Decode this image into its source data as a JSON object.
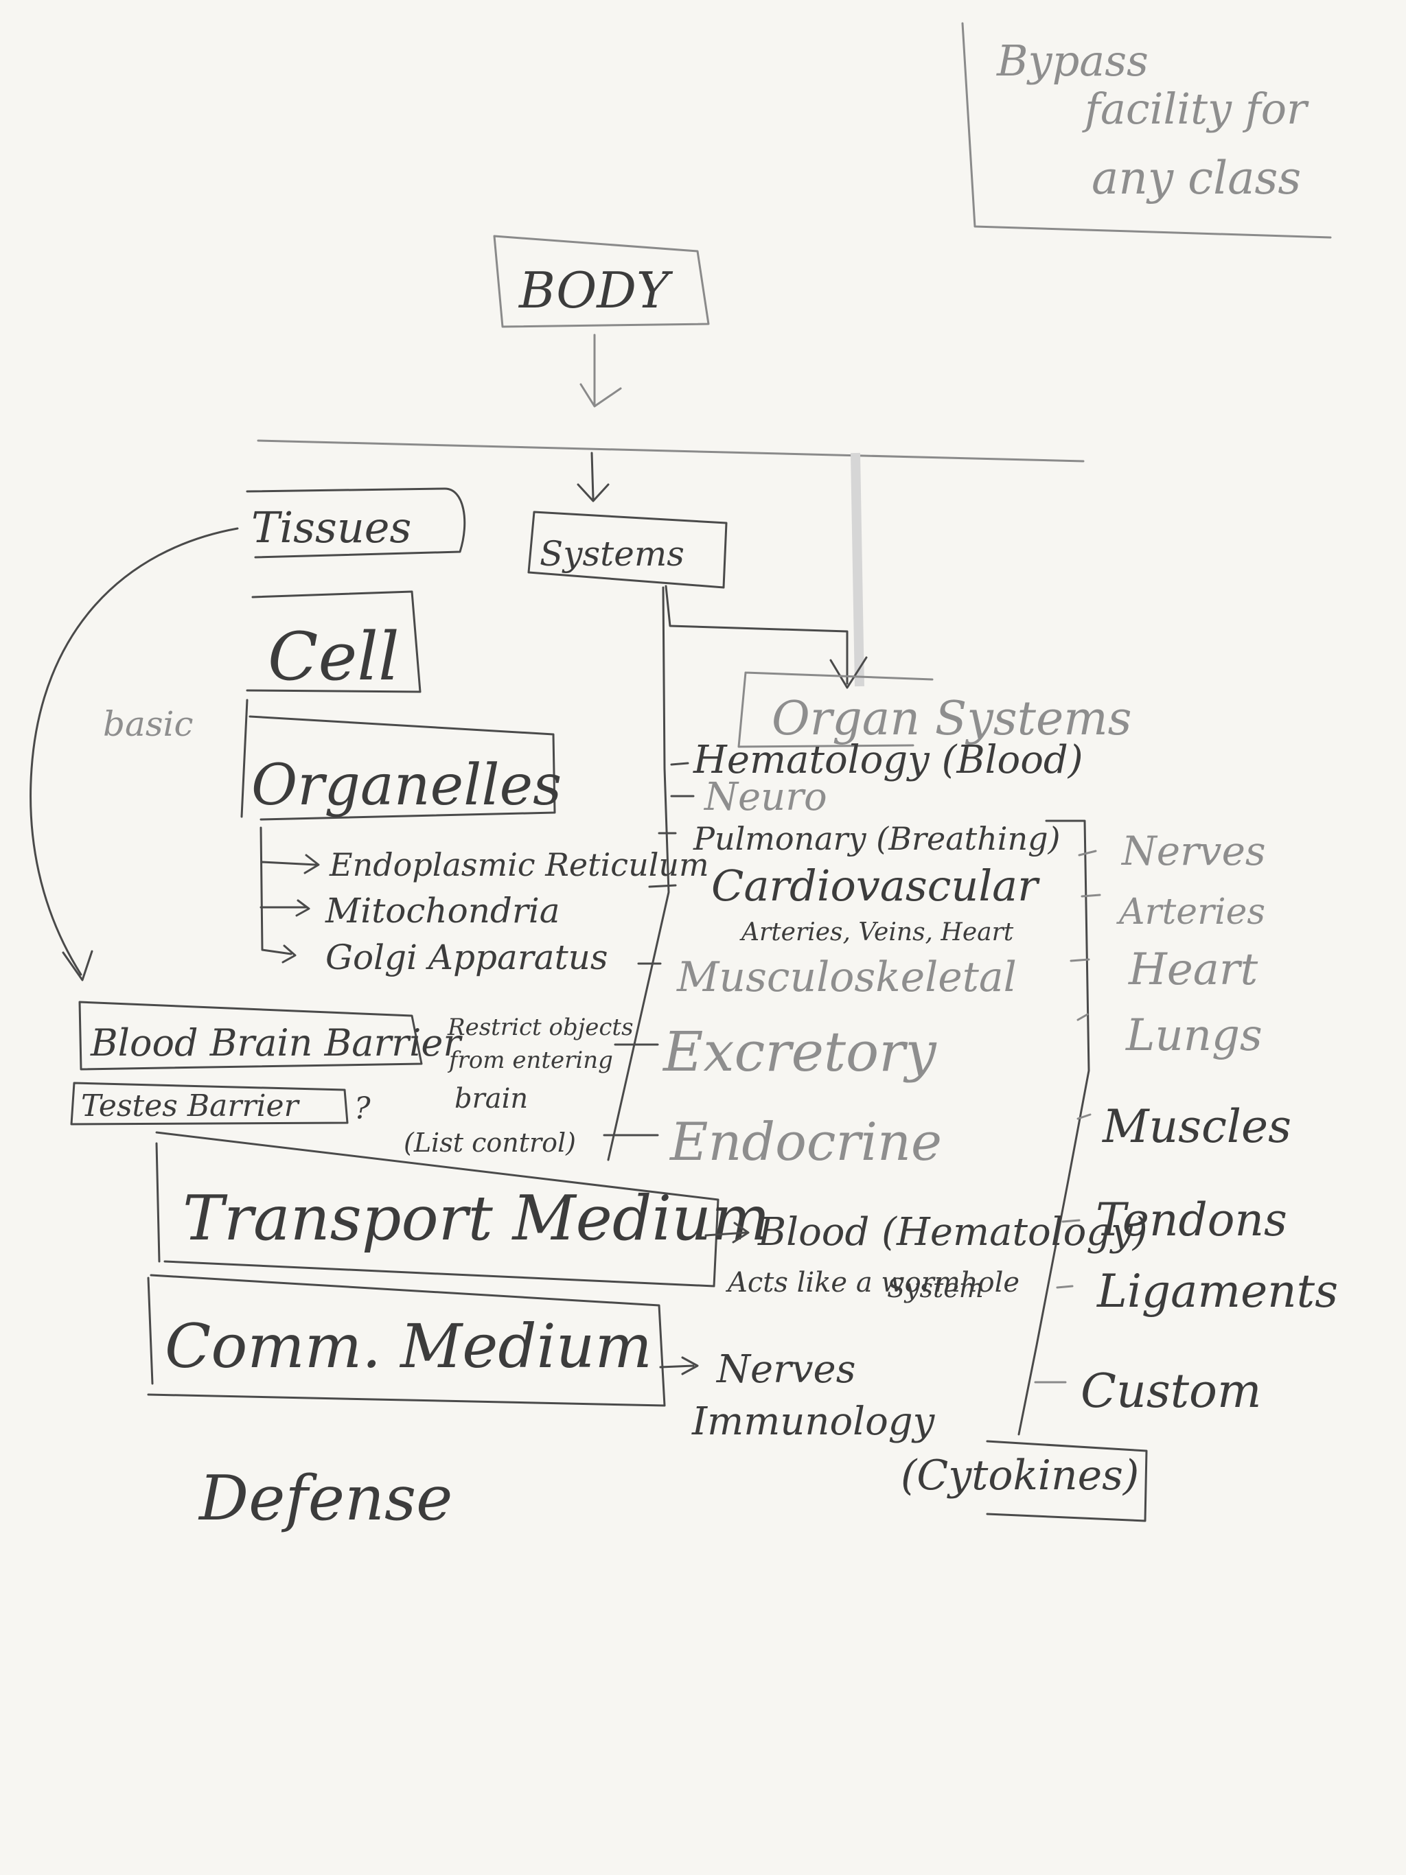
{
  "diagram": {
    "note": {
      "line1": "Bypass",
      "line2": "facility for",
      "line3": "any class"
    },
    "root": "BODY",
    "tissues": "Tissues",
    "systems": "Systems",
    "cell": "Cell",
    "basic": "basic",
    "organelles": "Organelles",
    "organelle_items": [
      "Endoplasmic Reticulum",
      "Mitochondria",
      "Golgi Apparatus"
    ],
    "organ_systems": "Organ Systems",
    "system_items": [
      "Hematology (Blood)",
      "Neuro",
      "Pulmonary (Breathing)",
      "Cardiovascular",
      "Musculoskeletal",
      "Excretory",
      "Endocrine"
    ],
    "cardio_sub": "Arteries, Veins, Heart",
    "components": [
      "Nerves",
      "Arteries",
      "Heart",
      "Lungs",
      "Muscles",
      "Tendons",
      "Ligaments",
      "Custom"
    ],
    "bbb": "Blood Brain Barrier",
    "bbb_note": [
      "Restrict objects",
      "from entering",
      "brain",
      "(List control)"
    ],
    "testes": "Testes Barrier",
    "testes_q": "?",
    "transport": "Transport Medium",
    "transport_target": "Blood (Hematology)",
    "transport_note1": "System",
    "transport_note2": "Acts like a wormhole",
    "comm": "Comm. Medium",
    "comm_targets": [
      "Nerves",
      "Immunology"
    ],
    "cytokines": "(Cytokines)",
    "defense": "Defense"
  }
}
